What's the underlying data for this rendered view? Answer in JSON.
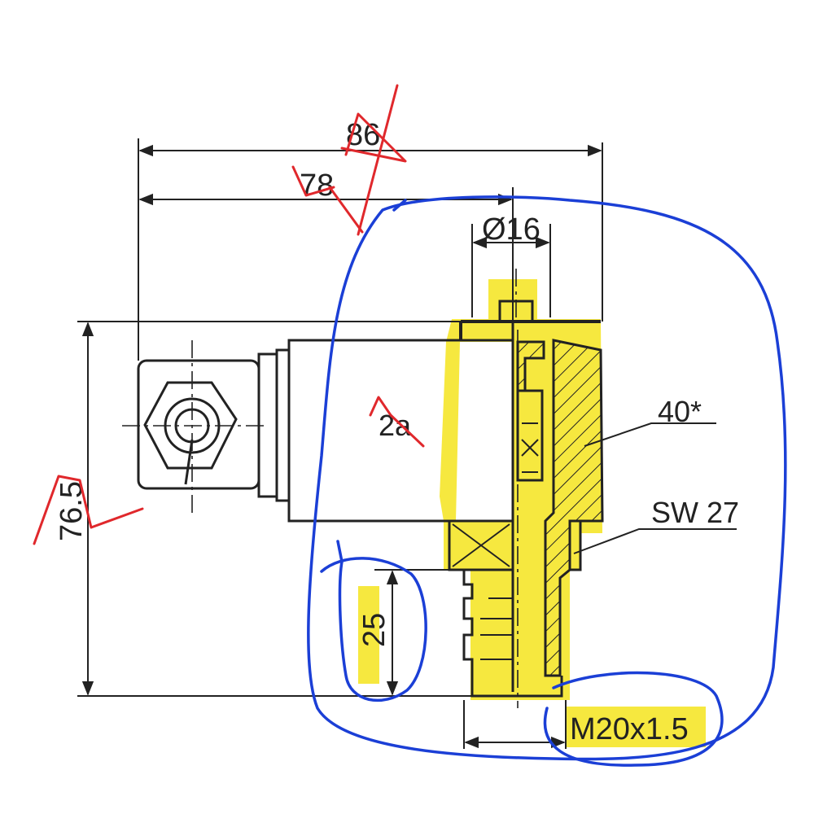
{
  "dimensions": {
    "overall_width_a": "86",
    "overall_width_b": "78",
    "bore_diameter": "Ø16",
    "overall_height": "76.5",
    "thread_length": "25",
    "callout_1": "40*",
    "wrench_size": "SW 27",
    "thread_spec": "M20x1.5",
    "port_label": "2a"
  },
  "colors": {
    "markup_red": "#e0282c",
    "markup_blue": "#1b3fd6",
    "highlight_yellow": "#f5e52a",
    "linework": "#222222"
  }
}
